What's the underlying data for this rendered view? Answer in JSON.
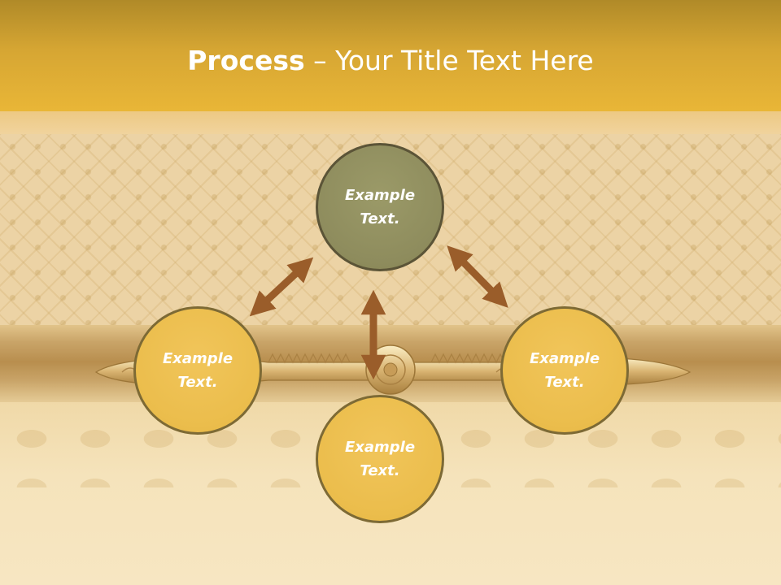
{
  "slide": {
    "title_bold": "Process",
    "title_rest": " – Your Title Text Here"
  },
  "diagram": {
    "nodes": [
      {
        "id": "top",
        "label": "Example\nText."
      },
      {
        "id": "left",
        "label": "Example\nText."
      },
      {
        "id": "bottom",
        "label": "Example\nText."
      },
      {
        "id": "right",
        "label": "Example\nText."
      }
    ],
    "connections": [
      {
        "from": "top",
        "to": "left",
        "type": "double-arrow"
      },
      {
        "from": "top",
        "to": "right",
        "type": "double-arrow"
      },
      {
        "from": "top",
        "to": "bottom",
        "type": "double-arrow"
      }
    ]
  },
  "colors": {
    "header": "#e9b637",
    "center_node": "#8e8c5d",
    "outer_node": "#ebbd4c",
    "arrow": "#9a5d2a",
    "label": "#ffffff"
  }
}
